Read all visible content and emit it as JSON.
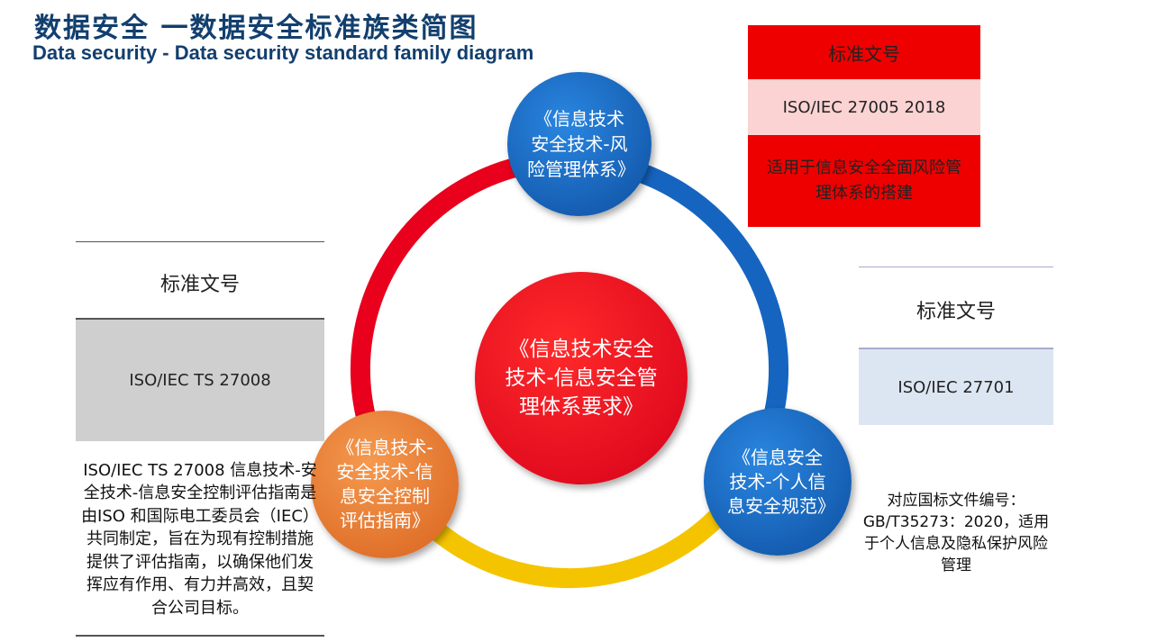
{
  "title_cn": "数据安全 一数据安全标准族类简图",
  "title_en": "Data security - Data security standard family diagram",
  "center": "《信息技术安全技术-信息安全管理体系要求》",
  "top_circle": "《信息技术安全技术-风险管理体系》",
  "left_circle": "《信息技术-安全技术-信息安全控制评估指南》",
  "right_circle": "《信息安全技术-个人信息安全规范》",
  "colors": {
    "red": "#e8001c",
    "blue": "#1565c0",
    "orange": "#e8782a",
    "yellow": "#f5c400"
  },
  "top_right_table": {
    "header": "标准文号",
    "number": "ISO/IEC 27005 2018",
    "desc": "适用于信息安全全面风险管理体系的搭建"
  },
  "left_table": {
    "header": "标准文号",
    "number": "ISO/IEC TS 27008",
    "desc": "ISO/IEC TS 27008 信息技术-安全技术-信息安全控制评估指南是由ISO 和国际电工委员会（IEC）共同制定，旨在为现有控制措施提供了评估指南，以确保他们发挥应有作用、有力并高效，且契合公司目标。"
  },
  "right_table": {
    "header": "标准文号",
    "number": "ISO/IEC 27701",
    "desc": "对应国标文件编号：GB/T35273：2020，适用于个人信息及隐私保护风险管理"
  }
}
